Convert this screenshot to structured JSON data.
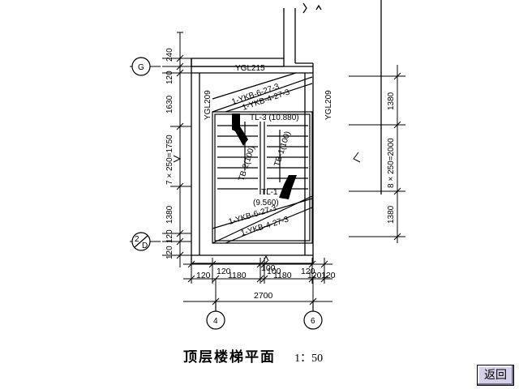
{
  "drawing": {
    "title": "顶层楼梯平面",
    "scale": "1：50"
  },
  "nav": {
    "return_label": "返回"
  },
  "axes": {
    "G": "G",
    "D_num": "2",
    "D_den": "D",
    "four": "4",
    "six": "6"
  },
  "labels": {
    "ygl215": "YGL215",
    "ygl209_left": "YGL209",
    "ygl209_right": "YGL209",
    "ykb_top_1": "1-YKB-6-27-3",
    "ykb_top_2": "1-YKB-4-27-3",
    "tl3": "TL-3 (10.880)",
    "tb2": "TB-2(100)",
    "tb1": "TB-1(100)",
    "tl1": "TL-1",
    "elev": "(9.560)",
    "ykb_bot_1": "1-YKB-6-27-3",
    "ykb_bot_2": "1-YKB-4-27-3"
  },
  "dims_left": {
    "d240": "240",
    "d120a": "120",
    "d1630": "1630",
    "d1750": "7 × 250=1750",
    "d1380": "1380",
    "d120b": "120",
    "d120c": "120"
  },
  "dims_right": {
    "d1380a": "1380",
    "d2000": "8 × 250=2000",
    "d1380b": "1380"
  },
  "dims_bottom": {
    "inner_120a": "120",
    "inner_100": "100",
    "inner_120b": "120",
    "d120l": "120",
    "d1180a": "1180",
    "d100": "100",
    "d1180b": "1180",
    "d120r1": "120",
    "d120r2": "120",
    "total": "2700"
  }
}
